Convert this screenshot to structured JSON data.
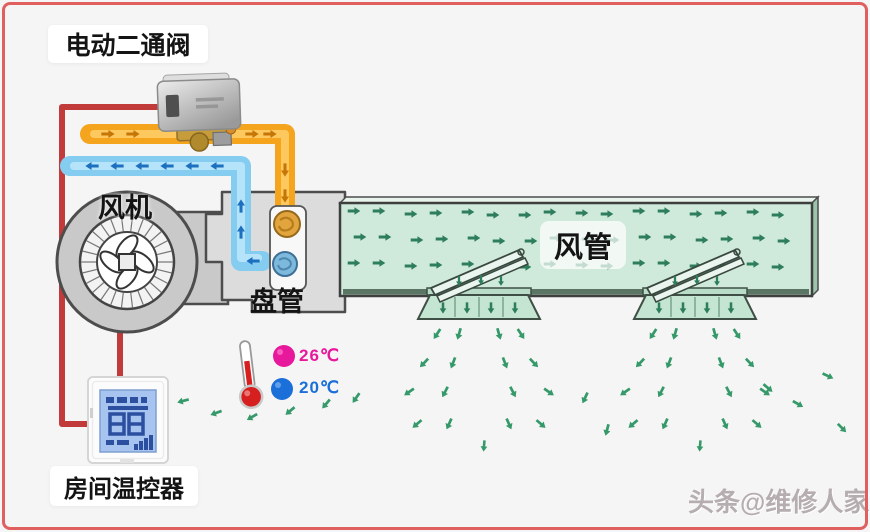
{
  "diagram": {
    "title_context": "fan-coil-air-conditioning-schematic",
    "labels": {
      "valve": "电动二通阀",
      "fan": "风机",
      "coil": "盘管",
      "duct": "风管",
      "thermostat": "房间温控器"
    },
    "temperatures": {
      "hot": "26℃",
      "cold": "20℃"
    },
    "watermark": "头条@维修人家",
    "colors": {
      "border": "#e06060",
      "hot_pipe": "#f4a41d",
      "hot_pipe_core": "#fdc85e",
      "hot_arrow": "#c67607",
      "cold_pipe": "#85ccf1",
      "cold_pipe_core": "#b5e4fa",
      "cold_arrow": "#1d6fc0",
      "wire": "#c23b3b",
      "duct_fill": "#cfeadb",
      "flow_arrow": "#2e7d5b",
      "spray_arrow": "#35996a",
      "hot_dot": "#e8189c",
      "cold_dot": "#1a6fd8",
      "casing_gray": "#c9c9c9"
    },
    "icons": {
      "motorized-valve-icon": "gray actuator box on brass valve body",
      "fan-blower-icon": "centrifugal blower volute with 4-blade wheel",
      "coil-fitting-hot-icon": "orange round pipe fitting",
      "coil-fitting-cold-icon": "blue round pipe fitting",
      "thermometer-icon": "red bulb thermometer",
      "thermostat-icon": "white thermostat with blue LCD",
      "airflow-arrow-icon": "small green flow arrow"
    }
  }
}
